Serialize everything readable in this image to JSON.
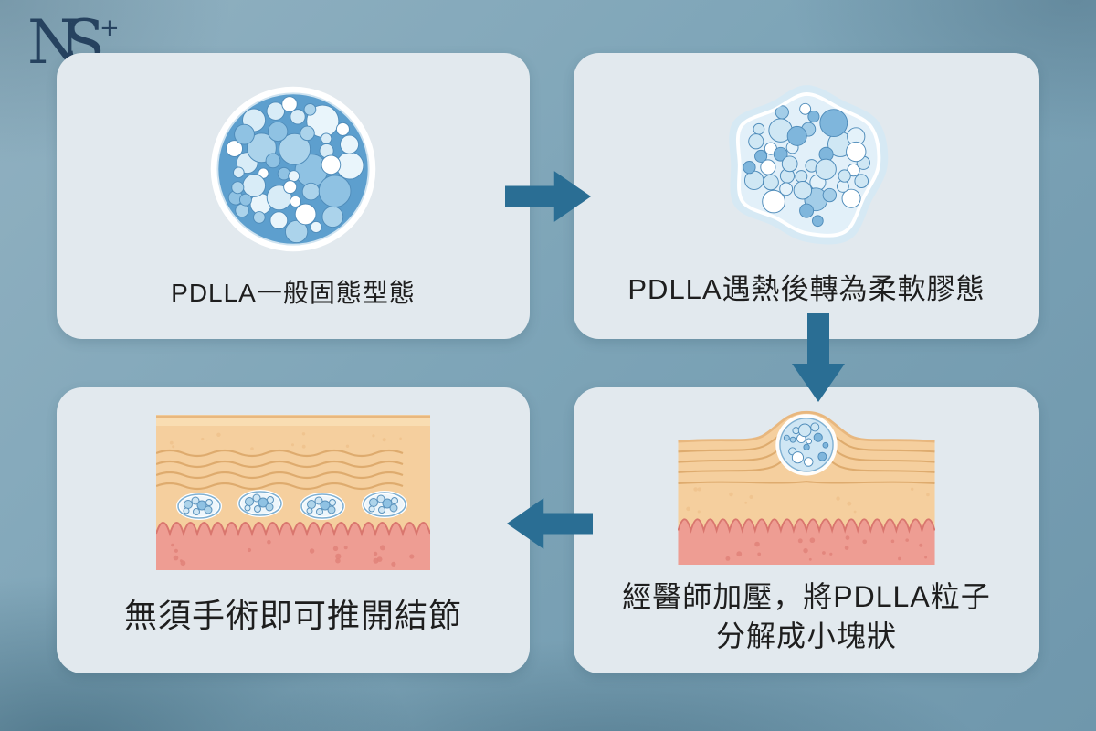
{
  "logo": {
    "n": "N",
    "s": "S",
    "plus": "+"
  },
  "steps": [
    {
      "caption": "PDLLA一般固態型態",
      "illustration": "pdlla-solid-sphere"
    },
    {
      "caption": "PDLLA遇熱後轉為柔軟膠態",
      "illustration": "pdlla-soft-gel-blob"
    },
    {
      "caption_line1": "經醫師加壓，將PDLLA粒子",
      "caption_line2": "分解成小塊狀",
      "illustration": "skin-bump-with-pdlla-particle"
    },
    {
      "caption": "無須手術即可推開結節",
      "illustration": "skin-with-dispersed-particles"
    }
  ],
  "arrows": [
    {
      "direction": "right"
    },
    {
      "direction": "down"
    },
    {
      "direction": "left"
    }
  ],
  "colors": {
    "background": "#7ea5b8",
    "card": "#e2e9ee",
    "arrow": "#2a6e94",
    "text": "#1e1e1e",
    "logo": "#26425f",
    "particle_blue": "#5d9fce",
    "skin_epidermis": "#f5cf9e",
    "skin_dermis": "#ee9d93"
  }
}
